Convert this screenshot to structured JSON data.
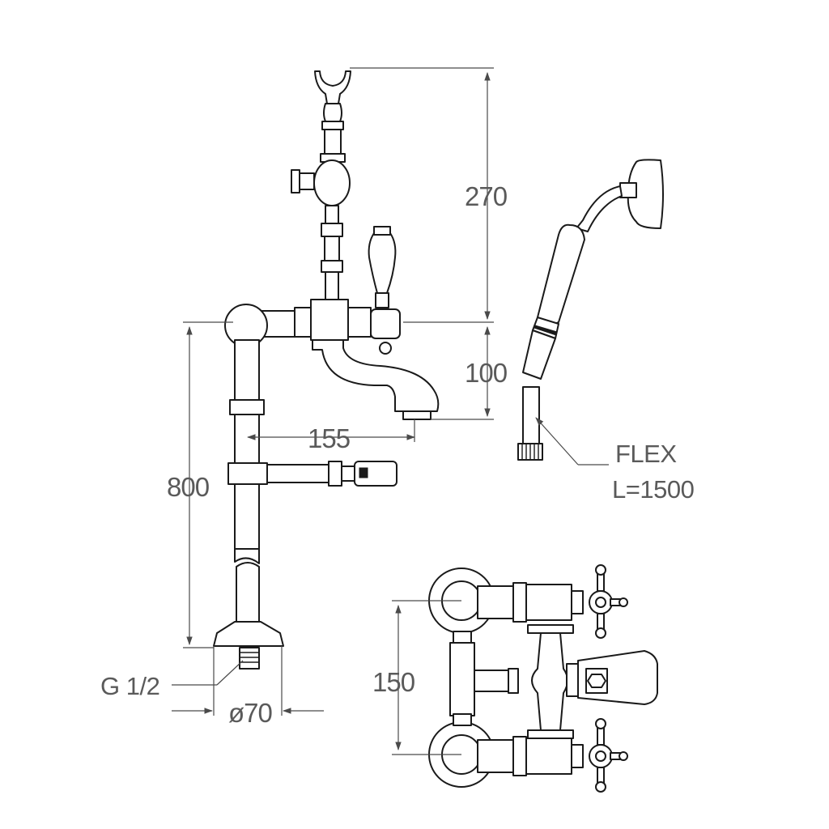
{
  "dimensions": {
    "shower_height": "270",
    "spout_drop": "100",
    "spout_reach": "155",
    "column_height": "800",
    "base_diameter": "ø70",
    "wall_spacing": "150"
  },
  "labels": {
    "thread": "G 1/2",
    "hose_type": "FLEX",
    "hose_length": "L=1500"
  },
  "colors": {
    "line": "#1a1a1a",
    "dimension": "#5a5a5a",
    "background": "#ffffff"
  }
}
